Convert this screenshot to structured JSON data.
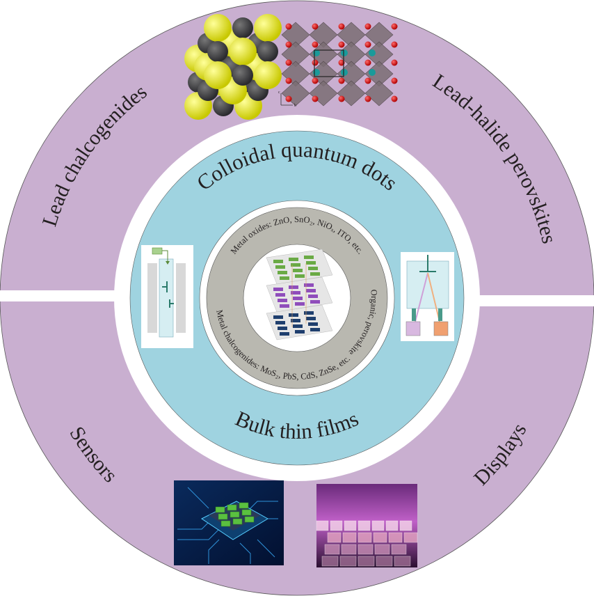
{
  "outer_ring": {
    "top_left": "Lead chalcogenides",
    "top_right": "Lead-halide perovskites",
    "bottom_left": "Sensors",
    "bottom_right": "Displays"
  },
  "middle_ring": {
    "top": "Colloidal quantum dots",
    "bottom": "Bulk thin films"
  },
  "inner_ring": {
    "top": "Metal oxides: ZnO, SnO₂, NiOₓ, ITO, etc.",
    "right": "Organic, perovskite",
    "bottom": "Metal chalcogenides: MoS₂, PbS, CdS, ZnSe, etc."
  },
  "axis_labels": {
    "c": "c",
    "b": "b"
  },
  "colors": {
    "outer": "#c9afd0",
    "middle": "#9fd3e0",
    "inner": "#b9b8b0",
    "green": "#6aaa45",
    "purple": "#8f4dbb",
    "navy": "#1f3f6e"
  }
}
